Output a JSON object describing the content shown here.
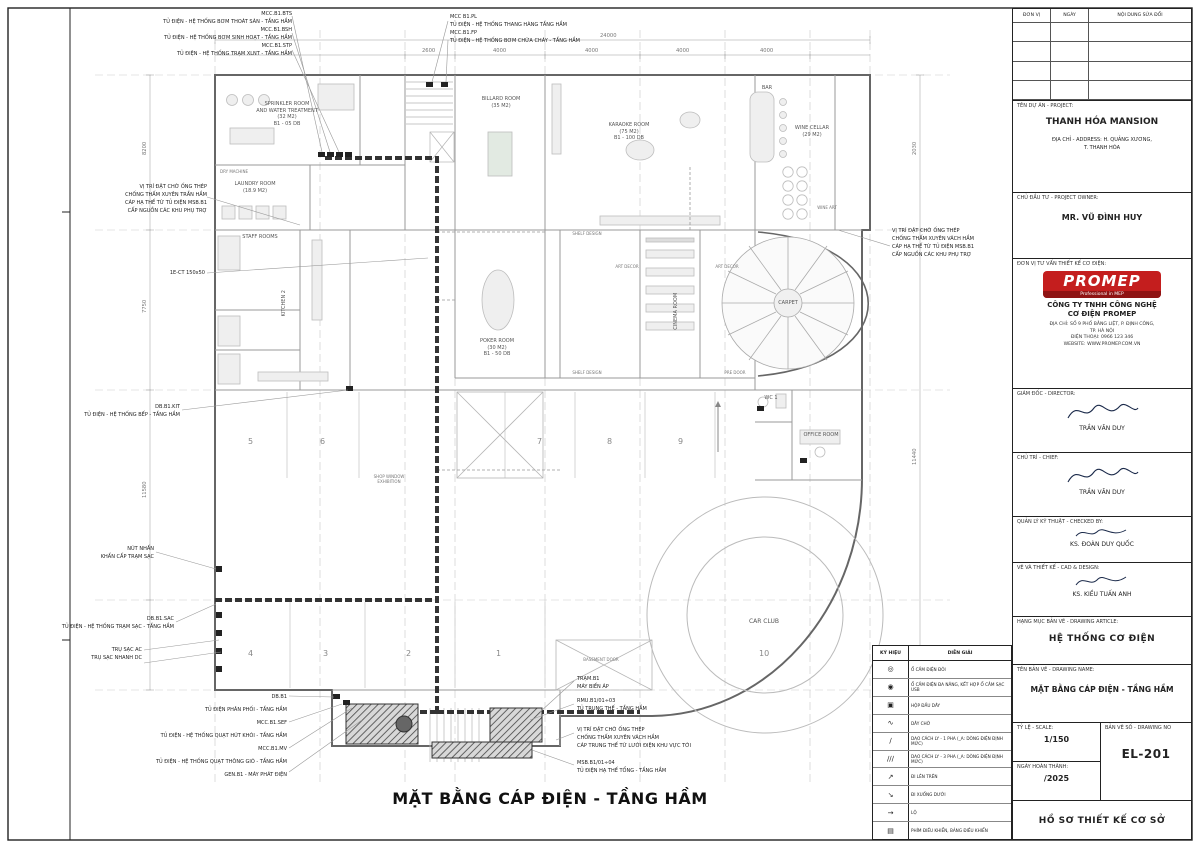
{
  "sheet": {
    "main_title": "MẶT BẰNG CÁP ĐIỆN - TẦNG HẦM"
  },
  "dims": {
    "total_top": "24000",
    "top": [
      "2600",
      "4000",
      "4000",
      "4000",
      "4000"
    ],
    "left": [
      "8200",
      "7750",
      "11580"
    ],
    "right": [
      "2030",
      "11440"
    ]
  },
  "parking": {
    "row1": [
      "5",
      "6",
      "7",
      "8",
      "9"
    ],
    "row2": [
      "4",
      "3",
      "2",
      "1"
    ],
    "ten": "10"
  },
  "rooms": {
    "sprinkler": "SPRINKLER ROOM\nAND WATER TREATMENT\n(32 M2)\nB1 - 05 DB",
    "laundry": "LAUNDRY ROOM\n(18.9 M2)",
    "dry_machine": "DRY MACHINE",
    "staff": "STAFF ROOMS",
    "kitchen2": "KITCHEN 2",
    "billard": "BILLARD ROOM\n(35 M2)",
    "karaoke": "KARAOKE ROOM\n(75 M2)\nB1 - 100 DB",
    "wine_cellar": "WINE CELLAR\n(29 M2)",
    "bar": "BAR",
    "wine_art": "WINE ART",
    "poker": "POKER ROOM\n(30 M2)\nB1 - 50 DB",
    "cinema": "CINEMA ROOM",
    "carpet": "CARPET",
    "wc1": "WC 1",
    "office": "OFFICE ROOM",
    "car_club": "CAR CLUB",
    "basement_door": "BASEMENT DOOR",
    "shop_window": "SHOP WINDOW\nEXHIBITION",
    "shelf_design": "SHELF DESIGN",
    "art_decor": "ART DECOR",
    "pre_door": "PRE DOOR"
  },
  "annotations": [
    {
      "text": "MCC.B1.BTS\nTỦ ĐIỆN - HỆ THỐNG BƠM THOÁT SÀN - TẦNG HẦM\nMCC.B1.BSH\nTỦ ĐIỆN - HỆ THỐNG BƠM SINH HOẠT - TẦNG HẦM\nMCC.B1.STP\nTỦ ĐIỆN - HỆ THỐNG TRẠM XLNT - TẦNG HẦM"
    },
    {
      "text": "MCC B1.PL\nTỦ ĐIỆN - HỆ THỐNG THANG HÀNG TẦNG HẦM\nMCC.B1.FP\nTỦ ĐIỆN - HỆ THỐNG BƠM CHỮA CHÁY - TẦNG HẦM"
    },
    {
      "text": "VỊ TRÍ ĐẶT CHỜ ỐNG THÉP\nCHỐNG THẤM XUYÊN TRẦN HẦM\nCÁP HẠ THẾ TỪ TỦ ĐIỆN MSB.B1\nCẤP NGUỒN CÁC KHU PHỤ TRỢ"
    },
    {
      "text": "1E-CT 150x50"
    },
    {
      "text": "DB.B1.KIT\nTỦ ĐIỆN - HỆ THỐNG BẾP - TẦNG HẦM"
    },
    {
      "text": "NÚT NHẤN\nKHẨN CẤP TRẠM SẠC"
    },
    {
      "text": "DB.B1.SAC\nTỦ ĐIỆN - HỆ THỐNG TRẠM SẠC - TẦNG HẦM"
    },
    {
      "text": "TRỤ SẠC AC\nTRỤ SẠC NHANH DC"
    },
    {
      "text": "DB.B1\nTỦ ĐIỆN PHÂN PHỐI - TẦNG HẦM\nMCC.B1.SEF\nTỦ ĐIỆN - HỆ THỐNG QUẠT HÚT KHÓI - TẦNG HẦM\nMCC.B1.MV\nTỦ ĐIỆN - HỆ THỐNG QUẠT THÔNG GIÓ - TẦNG HẦM\nGEN.B1 - MÁY PHÁT ĐIỆN"
    },
    {
      "text": "TRẠM.B1\nMÁY BIẾN ÁP"
    },
    {
      "text": "RMU.B1/01÷03\nTỦ TRUNG THẾ - TẦNG HẦM"
    },
    {
      "text": "VỊ TRÍ ĐẶT CHỜ ỐNG THÉP\nCHỐNG THẤM XUYÊN VÁCH HẦM\nCÁP TRUNG THẾ TỪ LƯỚI ĐIỆN KHU VỰC TỚI"
    },
    {
      "text": "MSB.B1/01÷04\nTỦ ĐIỆN HẠ THẾ TỔNG - TẦNG HẦM"
    },
    {
      "text": "VỊ TRÍ ĐẶT CHỜ ỐNG THÉP\nCHỐNG THẤM XUYÊN VÁCH HẦM\nCÁP HẠ THẾ TỪ TỦ ĐIỆN MSB.B1\nCẤP NGUỒN CÁC KHU PHỤ TRỢ"
    }
  ],
  "legend": {
    "header_symbol": "KÝ HIỆU",
    "header_desc": "DIỄN GIẢI",
    "rows": [
      {
        "icon": "double-socket-icon",
        "glyph": "◎",
        "desc": "Ổ CẮM ĐIỆN ĐÔI"
      },
      {
        "icon": "multi-socket-icon",
        "glyph": "◉",
        "desc": "Ổ CẮM ĐIỆN ĐA NĂNG, KẾT HỢP Ổ CẮM SẠC USB"
      },
      {
        "icon": "junction-box-icon",
        "glyph": "▣",
        "desc": "HỘP ĐẤU DÂY"
      },
      {
        "icon": "spare-wire-icon",
        "glyph": "∿",
        "desc": "DÂY CHỜ"
      },
      {
        "icon": "isolator-1p-icon",
        "glyph": "∕",
        "desc": "DAO CÁCH LY - 1 PHA (_A: DÒNG ĐIỆN ĐỊNH MỨC)"
      },
      {
        "icon": "isolator-3p-icon",
        "glyph": "∕∕∕",
        "desc": "DAO CÁCH LY - 3 PHA (_A: DÒNG ĐIỆN ĐỊNH MỨC)"
      },
      {
        "icon": "arrow-up-icon",
        "glyph": "↗",
        "desc": "ĐI LÊN TRÊN"
      },
      {
        "icon": "arrow-down-icon",
        "glyph": "↘",
        "desc": "ĐI XUỐNG DƯỚI"
      },
      {
        "icon": "circuit-icon",
        "glyph": "→",
        "desc": "LỘ"
      },
      {
        "icon": "keypad-icon",
        "glyph": "▤",
        "desc": "PHÍM ĐIỀU KHIỂN, BẢNG ĐIỀU KHIỂN"
      }
    ]
  },
  "title_block": {
    "revision": {
      "col1": "ĐƠN VỊ",
      "col2": "NGÀY",
      "col3": "NỘI DUNG SỬA ĐỔI"
    },
    "project_label": "TÊN DỰ ÁN - PROJECT:",
    "project_name": "THANH HÓA MANSION",
    "project_address": "ĐỊA CHỈ - ADDRESS: H. QUẢNG XƯƠNG,\nT. THANH HÓA",
    "owner_label": "CHỦ ĐẦU TƯ - PROJECT OWNER:",
    "owner_name": "MR. VŨ ĐÌNH HUY",
    "consultant_label": "ĐƠN VỊ TƯ VẤN THIẾT KẾ CƠ ĐIỆN:",
    "logo_text": "PROMEP",
    "logo_tagline": "Professional in MEP",
    "company_name": "CÔNG TY TNHH CÔNG NGHỆ\nCƠ ĐIỆN PROMEP",
    "company_info": "ĐỊA CHỈ: SỐ 9 PHỐ BẰNG LIỆT, P. ĐỊNH CÔNG,\nTP. HÀ NỘI\nĐIỆN THOẠI: 0966 123 346\nWEBSITE: WWW.PROMEP.COM.VN",
    "director_label": "GIÁM ĐỐC - DIRECTOR:",
    "director_name": "TRẦN VĂN DUY",
    "chief_label": "CHỦ TRÌ - CHIEF:",
    "chief_name": "TRẦN VĂN DUY",
    "checker_label": "QUẢN LÝ KỸ THUẬT - CHECKED BY:",
    "checker_name": "KS. ĐOÀN DUY QUỐC",
    "designer_label": "VẼ VÀ THIẾT KẾ - CAD & DESIGN:",
    "designer_name": "KS. KIỀU TUẤN ANH",
    "article_label": "HẠNG MỤC BẢN VẼ - DRAWING ARTICLE:",
    "article_name": "HỆ THỐNG CƠ ĐIỆN",
    "drawing_name_label": "TÊN BẢN VẼ - DRAWING NAME:",
    "drawing_name": "MẶT BẰNG CÁP ĐIỆN - TẦNG HẦM",
    "scale_label": "TỶ LỆ - SCALE:",
    "scale_value": "1/150",
    "date_label": "NGÀY HOÀN THÀNH:",
    "date_value": "/2025",
    "drawing_no_label": "BẢN VẼ SỐ - DRAWING NO",
    "drawing_no": "EL-201",
    "footer": "HỒ SƠ THIẾT KẾ CƠ SỞ"
  }
}
